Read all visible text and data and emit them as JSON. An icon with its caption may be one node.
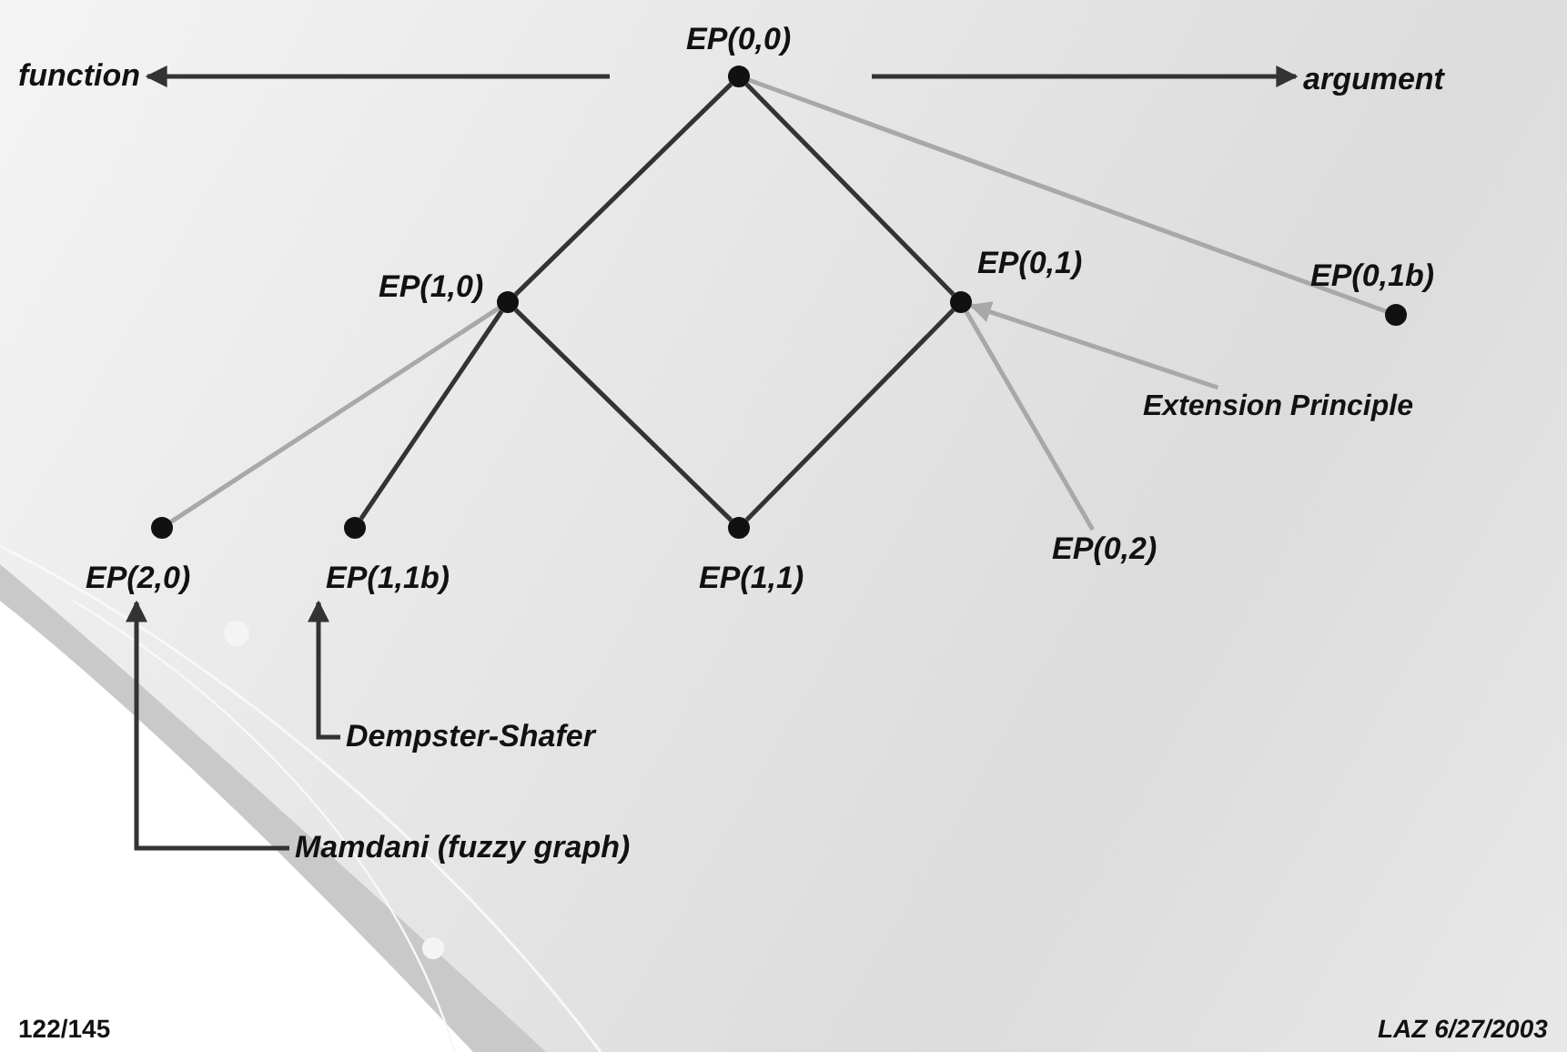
{
  "diagram": {
    "nodes": [
      {
        "text": [
          "function"
        ]
      },
      {
        "text": [],
        "shape": "circle",
        "beside": [
          "EP(0,0)"
        ]
      },
      {
        "text": [
          "argument"
        ]
      },
      {
        "text": [],
        "shape": "circle",
        "beside": [
          "EP(1,0)"
        ]
      },
      {
        "text": [],
        "shape": "circle",
        "beside": [
          "EP(0,1)"
        ]
      },
      {
        "text": [],
        "shape": "circle",
        "beside": [
          "EP(0,1b)"
        ]
      },
      {
        "text": [
          "Extension Principle"
        ]
      },
      {
        "text": [],
        "shape": "circle",
        "beside": [
          "EP(2,0)"
        ]
      },
      {
        "text": [],
        "shape": "circle",
        "beside": [
          "EP(1,1b)"
        ]
      },
      {
        "text": [],
        "shape": "circle",
        "beside": [
          "EP(1,1)"
        ]
      },
      {
        "text": [
          "EP(0,2)"
        ]
      },
      {
        "text": [
          "Dempster-Shafer"
        ]
      },
      {
        "text": [
          "Mamdani (fuzzy graph)"
        ]
      }
    ],
    "edges": [
      {
        "from": null,
        "to": 0,
        "arrow": "to"
      },
      {
        "from": null,
        "to": 2,
        "arrow": "to"
      },
      {
        "from": 1,
        "to": 3,
        "arrow": "none"
      },
      {
        "from": 1,
        "to": 4,
        "arrow": "none"
      },
      {
        "from": 1,
        "to": 5,
        "arrow": "none",
        "color": "#a8a8a8"
      },
      {
        "from": 3,
        "to": 7,
        "arrow": "none",
        "color": "#a8a8a8"
      },
      {
        "from": 3,
        "to": 8,
        "arrow": "none"
      },
      {
        "from": 3,
        "to": 9,
        "arrow": "none"
      },
      {
        "from": 4,
        "to": 9,
        "arrow": "none"
      },
      {
        "from": 4,
        "to": 10,
        "arrow": "none",
        "color": "#a8a8a8"
      },
      {
        "from": 6,
        "to": 4,
        "arrow": "to",
        "color": "#a8a8a8"
      },
      {
        "from": 11,
        "to": 8,
        "arrow": "to"
      },
      {
        "from": 12,
        "to": 7,
        "arrow": "to"
      }
    ],
    "labels": [
      "122/145",
      "LAZ 6/27/2003"
    ]
  }
}
